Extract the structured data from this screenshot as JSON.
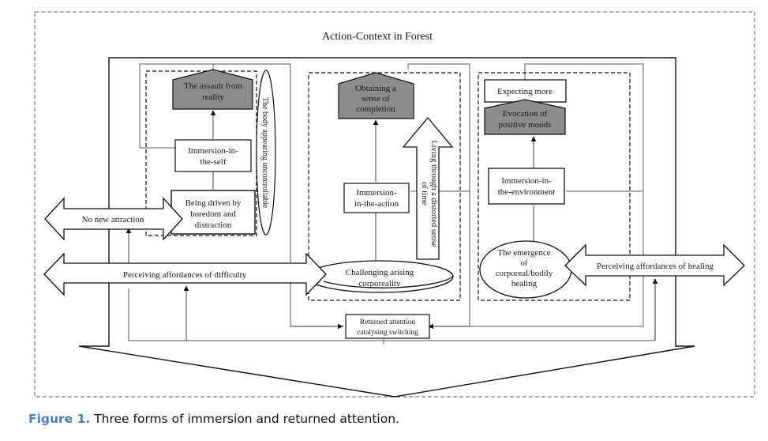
{
  "figure": {
    "title": "Action-Context in Forest",
    "caption_label": "Figure 1.",
    "caption_text": " Three forms of immersion and returned attention."
  },
  "columns": {
    "self": {
      "outcome": [
        "The assault from",
        "reality"
      ],
      "immersion": [
        "Immersion-in-",
        "the-self"
      ],
      "driver": [
        "Being driven by",
        "boredom and",
        "distraction"
      ],
      "side_ellipse": "The body appearing uncontrollable"
    },
    "action": {
      "outcome": [
        "Obtaining a",
        "sense of",
        "completion"
      ],
      "immersion": [
        "Immersion-",
        "in-the-action"
      ],
      "driver": [
        "Challenging arising",
        "corporeality"
      ],
      "side_arrow": [
        "Living through a distorted sense",
        "of time"
      ]
    },
    "environment": {
      "extra": "Expecting more",
      "outcome": [
        "Evocation of",
        "positive moods"
      ],
      "immersion": [
        "Immersion-in-",
        "the-environment"
      ],
      "driver": [
        "The emergence",
        "of",
        "corporeal/bodily",
        "healing"
      ]
    }
  },
  "arrows": {
    "no_new_attraction": "No new attraction",
    "difficulty": "Perceiving affordances of difficulty",
    "healing": "Perceiving affordances of healing"
  },
  "returned_attention": [
    "Returned attention",
    "catalysing switching"
  ],
  "colors": {
    "outcome_fill": "#8c8c8c",
    "gray_line": "#7a7a7a",
    "caption_accent": "#4a7fc0"
  }
}
